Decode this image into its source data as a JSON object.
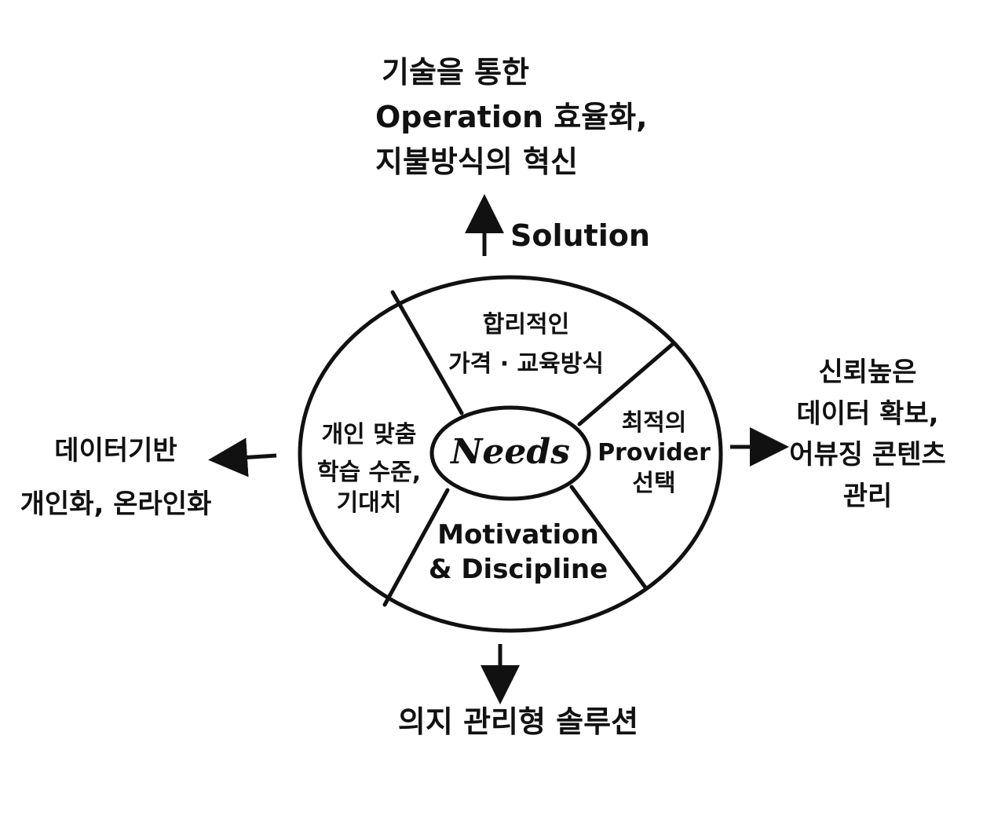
{
  "center": {
    "label": "Needs"
  },
  "segments": {
    "top": [
      "합리적인",
      "가격 · 교육방식"
    ],
    "right": [
      "최적의",
      "Provider",
      "선택"
    ],
    "bottom": [
      "Motivation",
      "& Discipline"
    ],
    "left": [
      "개인 맞춤",
      "학습 수준,",
      "기대치"
    ]
  },
  "outputs": {
    "top": {
      "arrow_label": "Solution",
      "lines": [
        "기술을 통한",
        "Operation 효율화,",
        "지불방식의 혁신"
      ]
    },
    "right": {
      "lines": [
        "신뢰높은",
        "데이터 확보,",
        "어뷰징 콘텐츠",
        "관리"
      ]
    },
    "bottom": {
      "lines": [
        "의지 관리형 솔루션"
      ]
    },
    "left": {
      "lines": [
        "데이터기반",
        "개인화, 온라인화"
      ]
    }
  },
  "colors": {
    "ink": "#111111",
    "background": "#ffffff"
  }
}
